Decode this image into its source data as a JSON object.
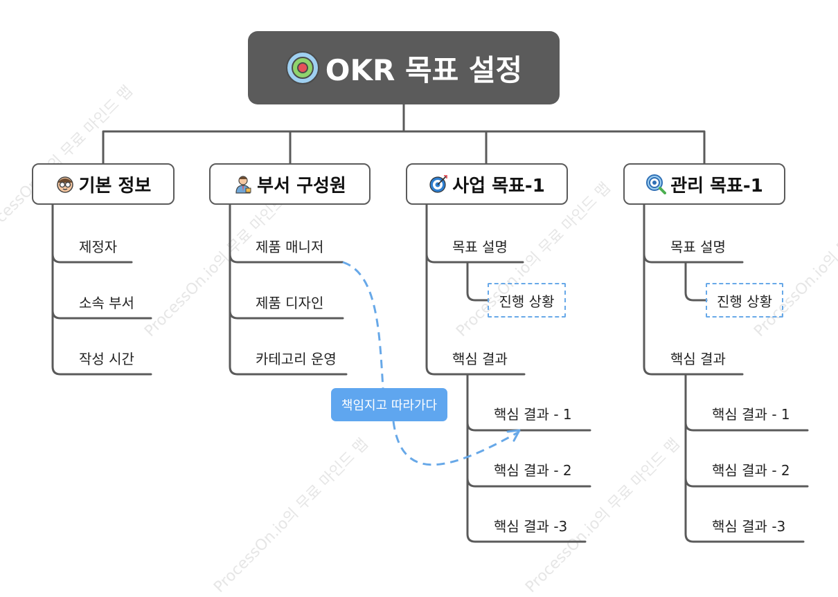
{
  "root": {
    "title": "OKR 목표 설정",
    "icon": "target-icon"
  },
  "branches": {
    "basic": {
      "label": "기본 정보",
      "icon": "nerd-face-icon",
      "items": [
        "제정자",
        "소속 부서",
        "작성 시간"
      ]
    },
    "dept": {
      "label": "부서 구성원",
      "icon": "office-worker-icon",
      "items": [
        "제품 매니저",
        "제품 디자인",
        "카테고리 운영"
      ]
    },
    "biz": {
      "label": "사업 목표-1",
      "icon": "dart-target-icon",
      "desc": "목표 설명",
      "progress": "진행 상황",
      "kr": "핵심 결과",
      "krs": [
        "핵심 결과 - 1",
        "핵심 결과 - 2",
        "핵심 결과 -3"
      ]
    },
    "mgmt": {
      "label": "관리 목표-1",
      "icon": "target-magnifier-icon",
      "desc": "목표 설명",
      "progress": "진행 상황",
      "kr": "핵심 결과",
      "krs": [
        "핵심 결과 - 1",
        "핵심 결과 - 2",
        "핵심 결과 -3"
      ]
    }
  },
  "callout": {
    "label": "책임지고 따라가다"
  },
  "watermark": "ProcessOn.io의 무료 마인드 맵",
  "colors": {
    "root_bg": "#5b5b5b",
    "line": "#5a5a5a",
    "dashed": "#67a8e8",
    "callout_bg": "#5fa6ef"
  }
}
